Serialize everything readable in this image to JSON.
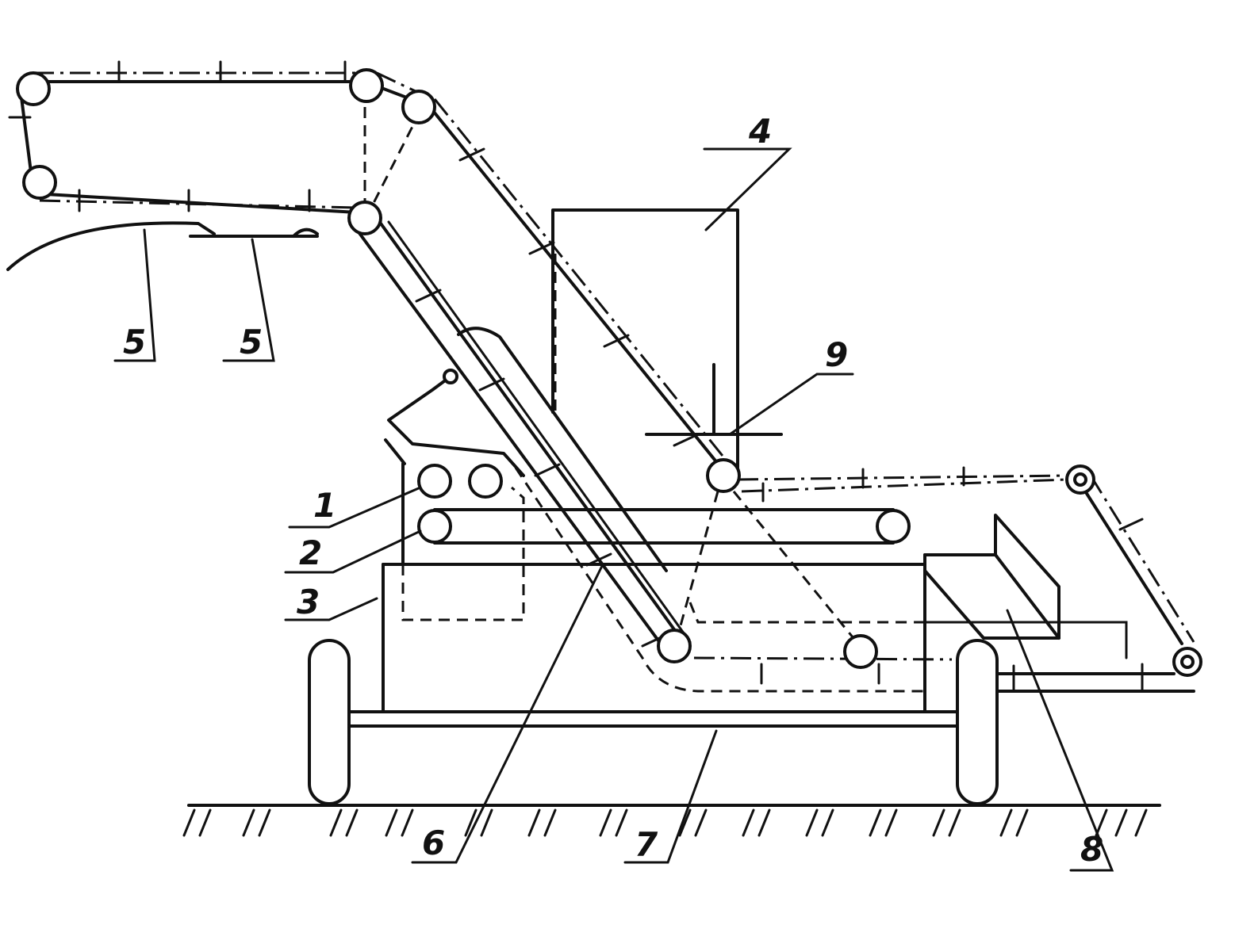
{
  "callouts": [
    {
      "id": "1",
      "label": "1"
    },
    {
      "id": "2",
      "label": "2"
    },
    {
      "id": "3",
      "label": "3"
    },
    {
      "id": "4",
      "label": "4"
    },
    {
      "id": "5",
      "label": "5"
    },
    {
      "id": "5b",
      "label": "5"
    },
    {
      "id": "6",
      "label": "6"
    },
    {
      "id": "7",
      "label": "7"
    },
    {
      "id": "8",
      "label": "8"
    },
    {
      "id": "9",
      "label": "9"
    }
  ]
}
